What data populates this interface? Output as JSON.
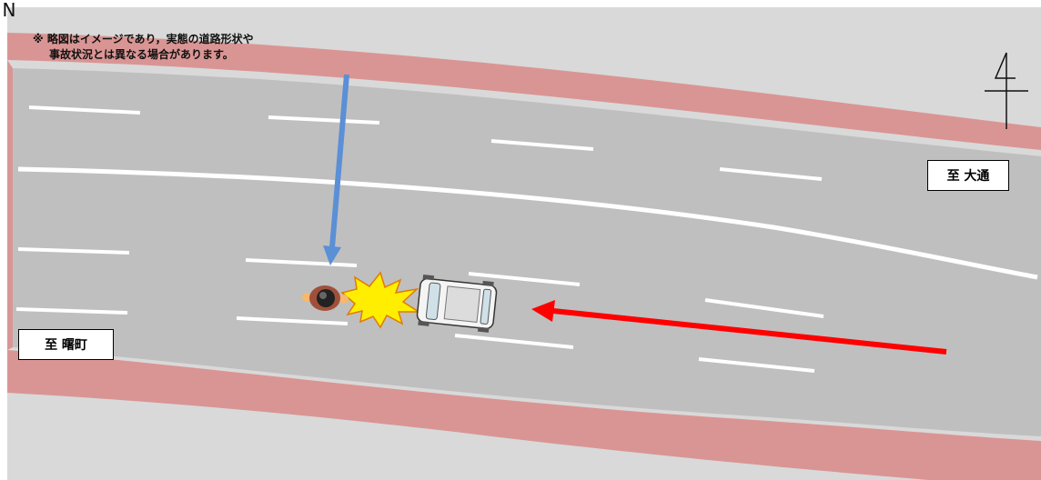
{
  "note": {
    "mark": "※",
    "line1": "略図はイメージであり，実態の道路形状や",
    "line2": "事故状況とは異なる場合があります。"
  },
  "labels": {
    "east": "至 大通",
    "west": "至 曙町"
  },
  "north_arrow": {
    "letter": "N",
    "icon": "north-arrow-icon"
  },
  "colors": {
    "background_outside": "#d9d9d9",
    "sidewalk": "#d99594",
    "road": "#bfbfbf",
    "lane_marking": "#ffffff",
    "pedestrian_path_arrow": "#5b8fd6",
    "vehicle_path_arrow": "#ff0000",
    "collision_burst": "#ffee00",
    "collision_burst_outline": "#e07b00"
  },
  "elements": {
    "pedestrian_icon": "pedestrian-top-view-icon",
    "vehicle_icon": "car-top-view-icon",
    "collision_icon": "collision-burst-icon"
  }
}
